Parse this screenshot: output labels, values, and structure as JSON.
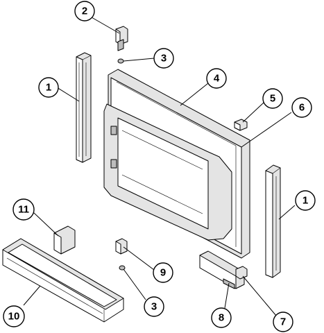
{
  "callouts": {
    "c1_left": "1",
    "c2": "2",
    "c3_top": "3",
    "c4": "4",
    "c5": "5",
    "c6": "6",
    "c1_right": "1",
    "c11": "11",
    "c9": "9",
    "c10": "10",
    "c3_bottom": "3",
    "c8": "8",
    "c7": "7"
  }
}
